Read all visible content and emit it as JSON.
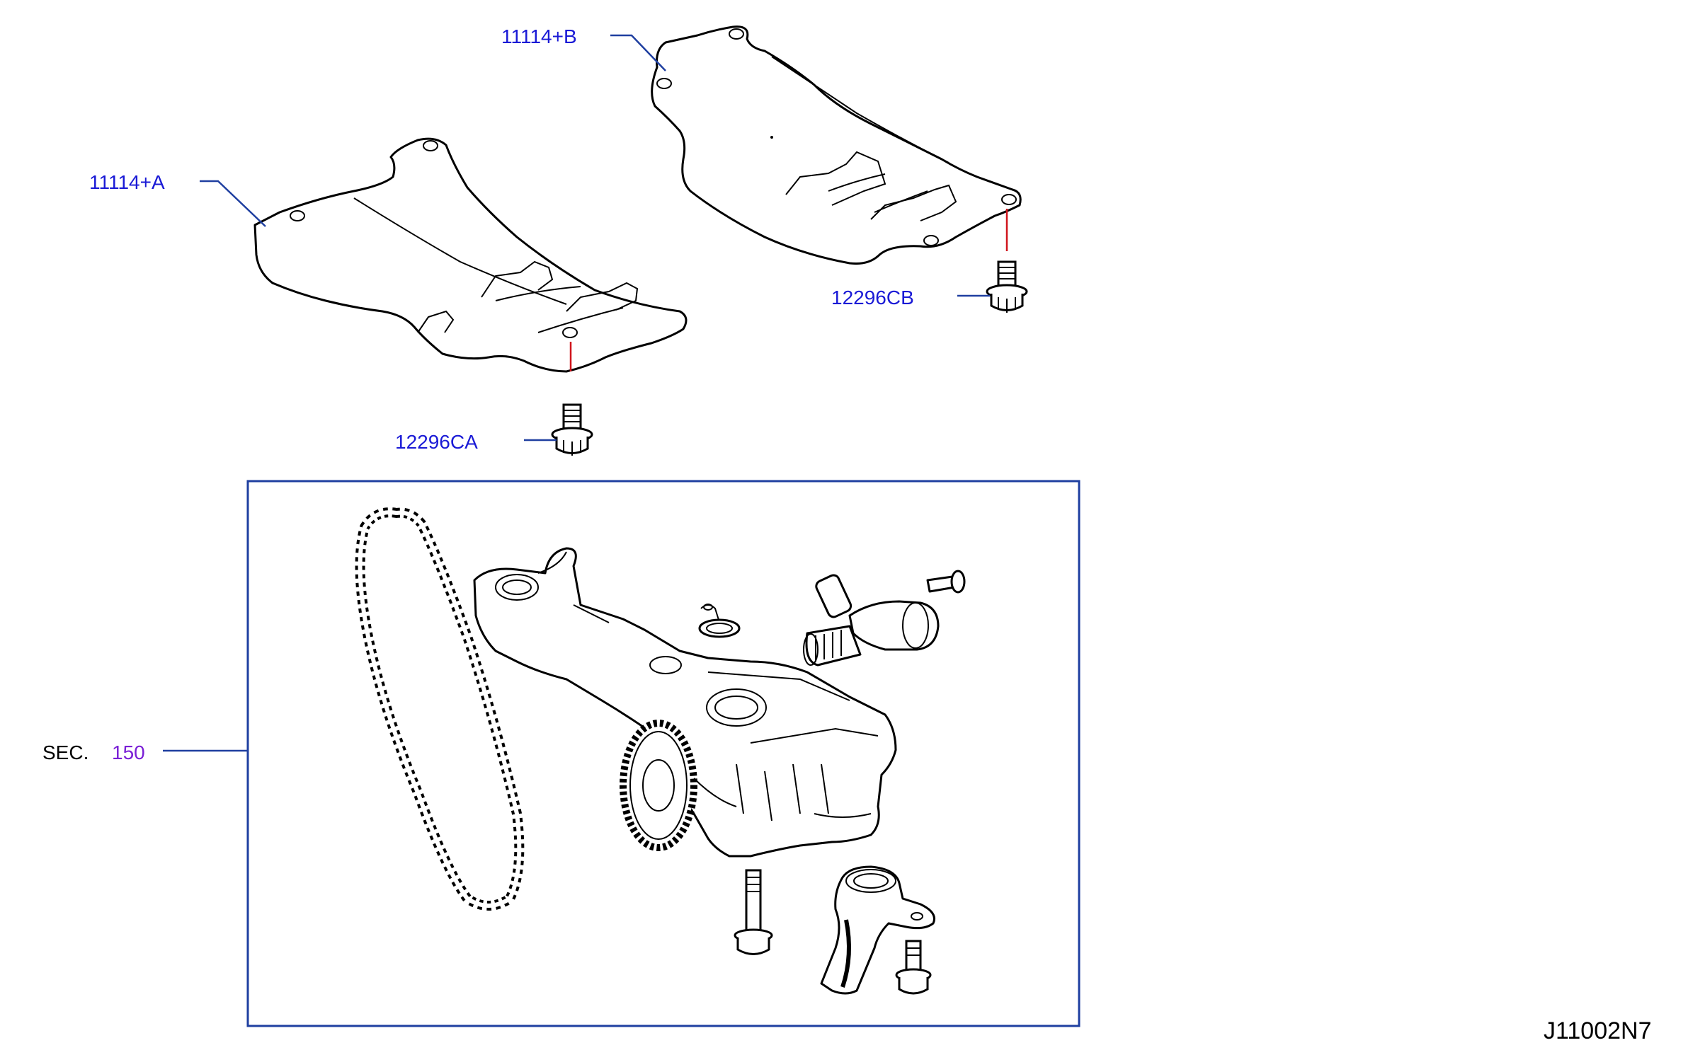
{
  "diagram": {
    "labels": {
      "part_b": "11114+B",
      "part_a": "11114+A",
      "bolt_cb": "12296CB",
      "bolt_ca": "12296CA",
      "sec_prefix": "SEC.",
      "sec_number": "150",
      "diagram_code": "J11002N7"
    },
    "colors": {
      "label_blue": "#1a1ad6",
      "leader_blue": "#1f3fa0",
      "sec_purple": "#7a1fd6",
      "red_line": "#d0141c",
      "box_border": "#1f3fa0"
    }
  }
}
